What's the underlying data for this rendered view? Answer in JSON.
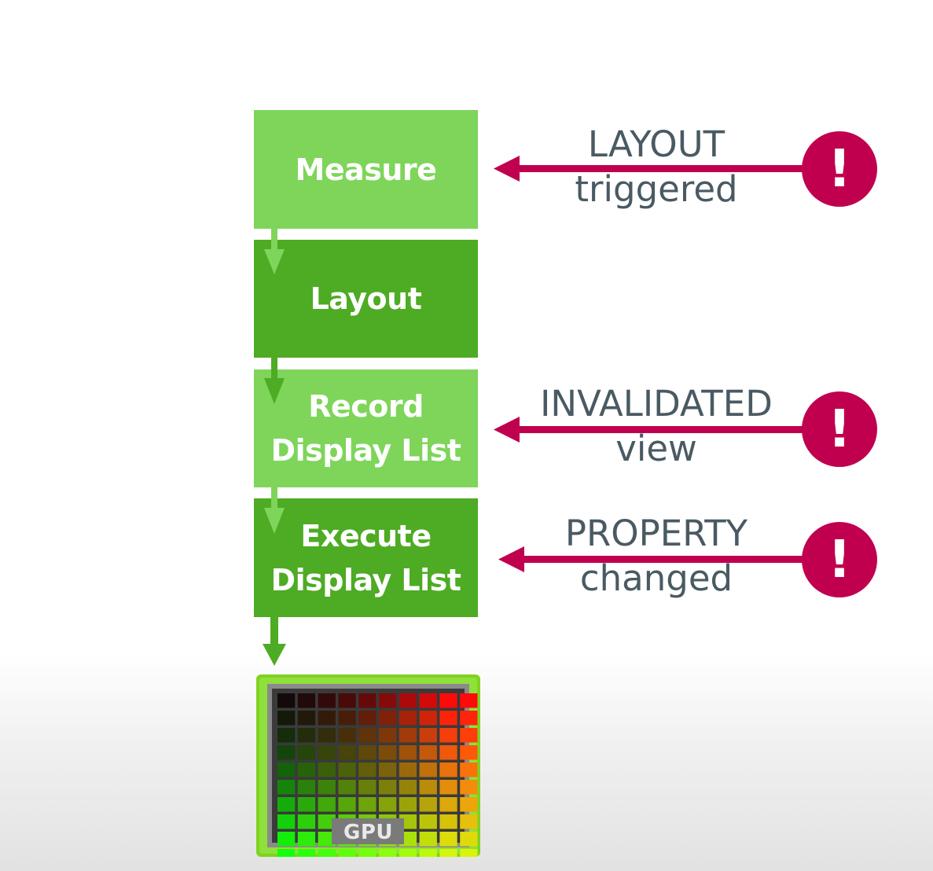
{
  "stages": [
    {
      "lines": [
        "Measure"
      ]
    },
    {
      "lines": [
        "Layout"
      ]
    },
    {
      "lines": [
        "Record",
        "Display List"
      ]
    },
    {
      "lines": [
        "Execute",
        "Display List"
      ]
    }
  ],
  "triggers": [
    {
      "line1": "LAYOUT",
      "line2": "triggered",
      "badge": "!"
    },
    {
      "line1": "INVALIDATED",
      "line2": "view",
      "badge": "!"
    },
    {
      "line1": "PROPERTY",
      "line2": "changed",
      "badge": "!"
    }
  ],
  "gpu": {
    "label": "GPU"
  },
  "colors": {
    "stage_light": "#7ed55a",
    "stage_dark": "#4eab24",
    "alert": "#c0004e",
    "label_text": "#4a5a63"
  }
}
